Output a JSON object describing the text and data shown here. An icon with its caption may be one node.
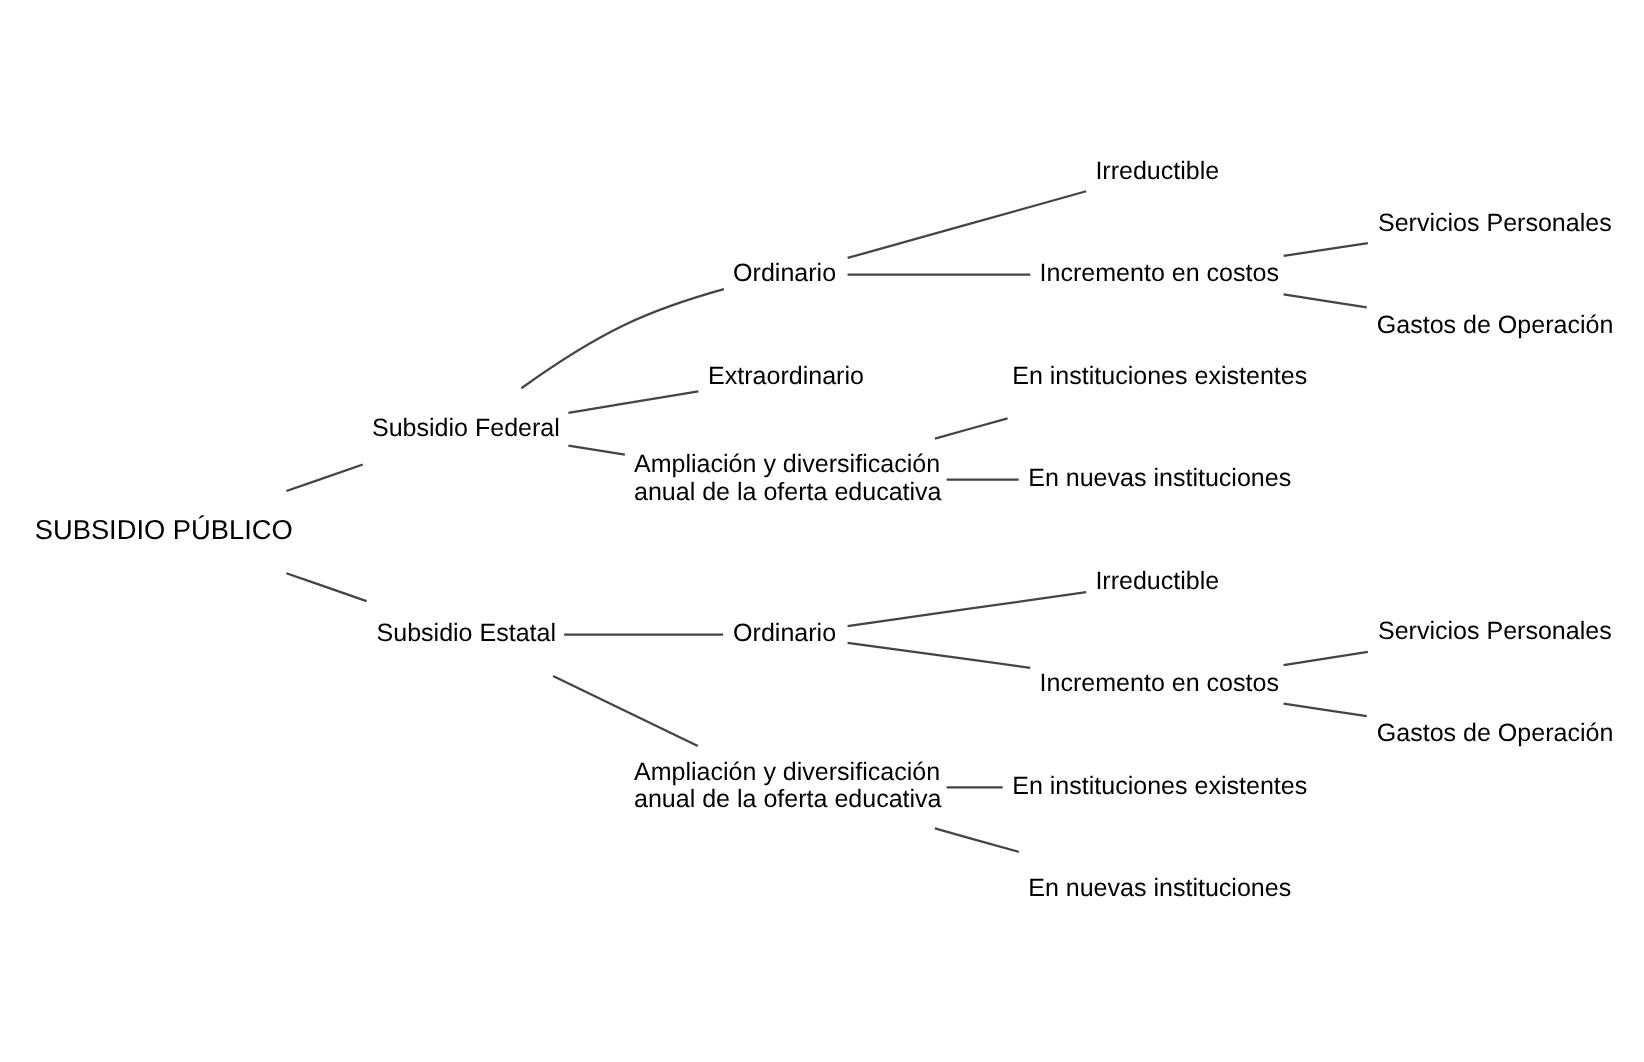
{
  "diagram": {
    "nodes": [
      {
        "text": [
          "SUBSIDIO PÚBLICO"
        ]
      },
      {
        "text": [
          "Subsidio Federal"
        ]
      },
      {
        "text": [
          "Ordinario"
        ]
      },
      {
        "text": [
          "Irreductible"
        ]
      },
      {
        "text": [
          "Incremento en costos"
        ]
      },
      {
        "text": [
          "Servicios Personales"
        ]
      },
      {
        "text": [
          "Gastos de Operación"
        ]
      },
      {
        "text": [
          "Extraordinario"
        ]
      },
      {
        "text": [
          "Ampliación y diversificación anual de la oferta educativa"
        ]
      },
      {
        "text": [
          "En instituciones existentes"
        ]
      },
      {
        "text": [
          "En nuevas instituciones"
        ]
      },
      {
        "text": [
          "Subsidio Estatal"
        ]
      },
      {
        "text": [
          "Ordinario"
        ]
      },
      {
        "text": [
          "Irreductible"
        ]
      },
      {
        "text": [
          "Incremento en costos"
        ]
      },
      {
        "text": [
          "Servicios Personales"
        ]
      },
      {
        "text": [
          "Gastos de Operación"
        ]
      },
      {
        "text": [
          "Ampliación y diversificación anual de la oferta educativa"
        ]
      },
      {
        "text": [
          "En instituciones existentes"
        ]
      },
      {
        "text": [
          "En nuevas instituciones"
        ]
      }
    ],
    "edges": [
      {
        "from": 0,
        "to": 1,
        "arrow": "none"
      },
      {
        "from": 0,
        "to": 11,
        "arrow": "none"
      },
      {
        "from": 1,
        "to": 2,
        "arrow": "none"
      },
      {
        "from": 1,
        "to": 7,
        "arrow": "none"
      },
      {
        "from": 1,
        "to": 8,
        "arrow": "none"
      },
      {
        "from": 2,
        "to": 3,
        "arrow": "none"
      },
      {
        "from": 2,
        "to": 4,
        "arrow": "none"
      },
      {
        "from": 4,
        "to": 5,
        "arrow": "none"
      },
      {
        "from": 4,
        "to": 6,
        "arrow": "none"
      },
      {
        "from": 8,
        "to": 9,
        "arrow": "none"
      },
      {
        "from": 8,
        "to": 10,
        "arrow": "none"
      },
      {
        "from": 11,
        "to": 12,
        "arrow": "none"
      },
      {
        "from": 11,
        "to": 17,
        "arrow": "none"
      },
      {
        "from": 12,
        "to": 13,
        "arrow": "none"
      },
      {
        "from": 12,
        "to": 14,
        "arrow": "none"
      },
      {
        "from": 14,
        "to": 15,
        "arrow": "none"
      },
      {
        "from": 14,
        "to": 16,
        "arrow": "none"
      },
      {
        "from": 17,
        "to": 18,
        "arrow": "none"
      },
      {
        "from": 17,
        "to": 19,
        "arrow": "none"
      }
    ]
  }
}
